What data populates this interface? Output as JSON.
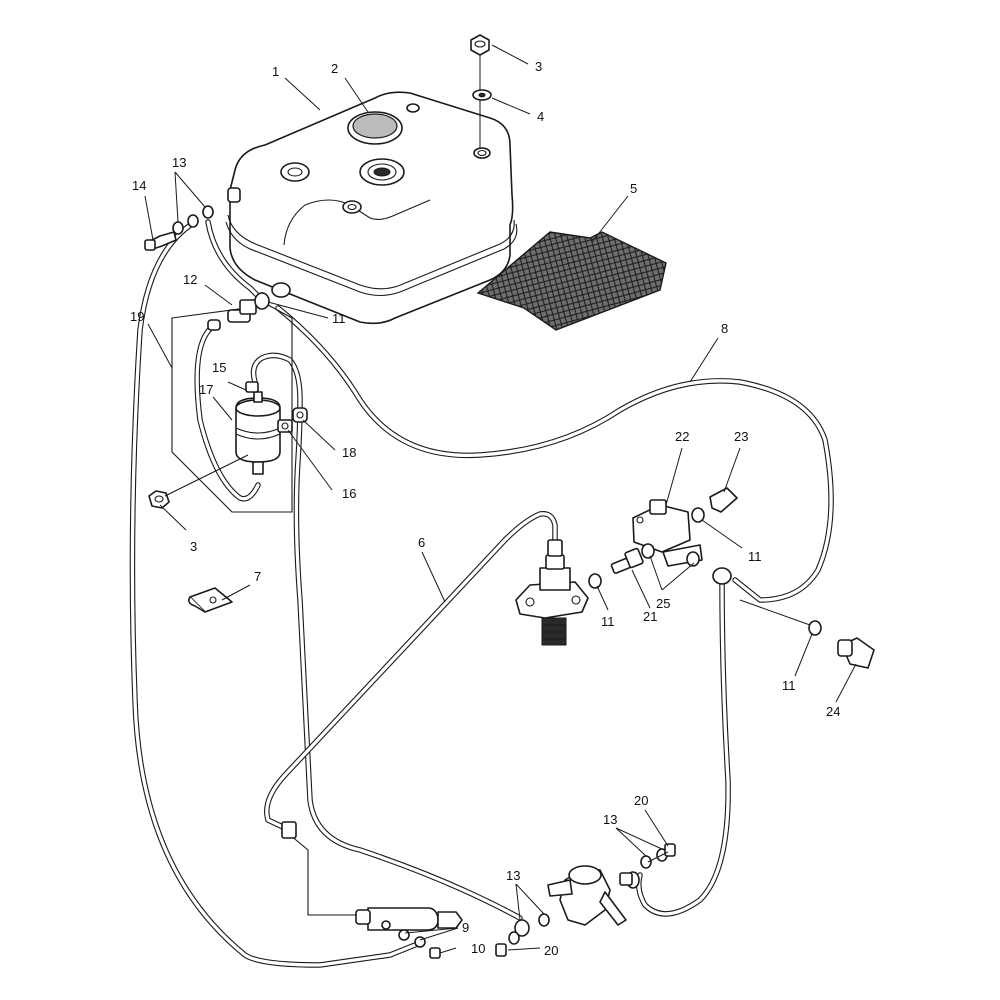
{
  "callouts": {
    "c1": "1",
    "c2": "2",
    "c3a": "3",
    "c3b": "3",
    "c4": "4",
    "c5": "5",
    "c6": "6",
    "c7": "7",
    "c8": "8",
    "c9": "9",
    "c10": "10",
    "c11a": "11",
    "c11b": "11",
    "c11c": "11",
    "c11d": "11",
    "c12": "12",
    "c13a": "13",
    "c13b": "13",
    "c13c": "13",
    "c14": "14",
    "c15": "15",
    "c16": "16",
    "c17": "17",
    "c18": "18",
    "c19": "19",
    "c20a": "20",
    "c20b": "20",
    "c21": "21",
    "c22": "22",
    "c23": "23",
    "c24": "24",
    "c25": "25"
  },
  "colors": {
    "line": "#1a1a1a",
    "paper": "#ffffff"
  }
}
